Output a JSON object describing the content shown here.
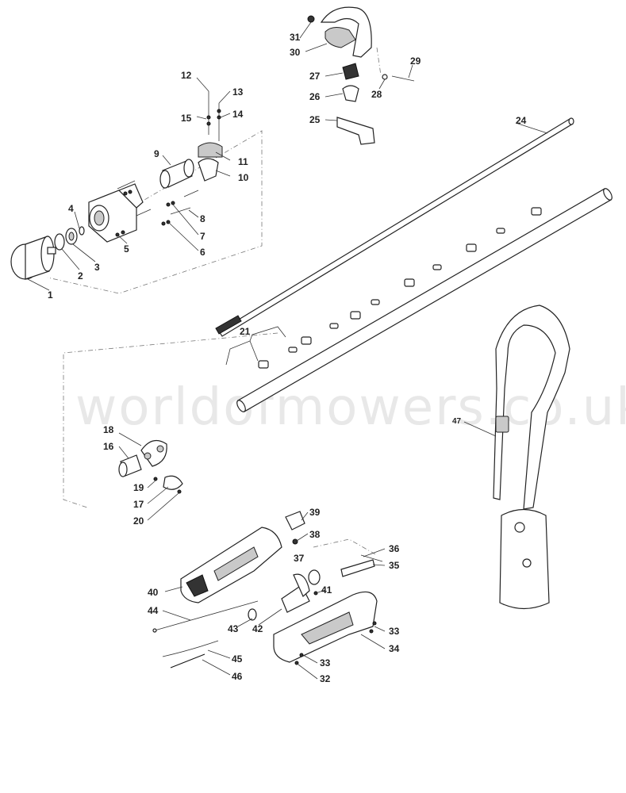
{
  "watermark": "worldofmowers.co.uk",
  "labels": {
    "l1": "1",
    "l2": "2",
    "l3": "3",
    "l4": "4",
    "l5": "5",
    "l6": "6",
    "l7": "7",
    "l8": "8",
    "l9": "9",
    "l10": "10",
    "l11": "11",
    "l12": "12",
    "l13": "13",
    "l14": "14",
    "l15": "15",
    "l16": "16",
    "l17": "17",
    "l18": "18",
    "l19": "19",
    "l20": "20",
    "l21": "21",
    "l24": "24",
    "l25": "25",
    "l26": "26",
    "l27": "27",
    "l28": "28",
    "l29": "29",
    "l30": "30",
    "l31": "31",
    "l32": "32",
    "l33a": "33",
    "l33b": "33",
    "l34": "34",
    "l35": "35",
    "l36": "36",
    "l37": "37",
    "l38": "38",
    "l39": "39",
    "l40": "40",
    "l41": "41",
    "l42": "42",
    "l43": "43",
    "l44": "44",
    "l45": "45",
    "l46": "46",
    "l47": "47"
  }
}
